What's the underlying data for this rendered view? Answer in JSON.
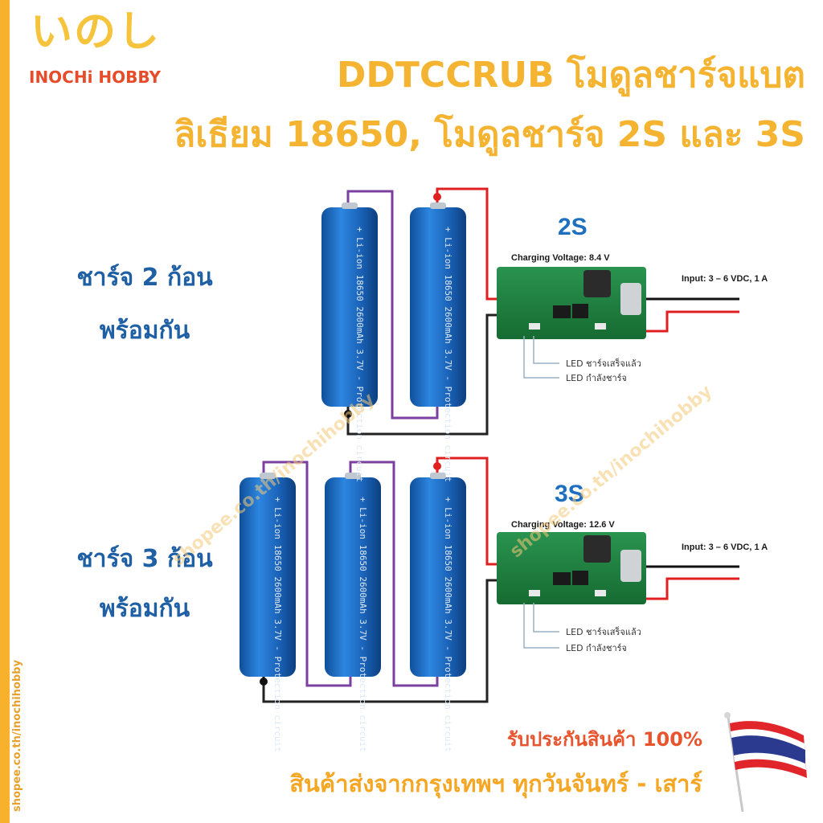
{
  "brand": {
    "logo_jp": "いのし",
    "logo_en": "INOCHi HOBBY",
    "side_url": "shopee.co.th/inochihobby",
    "watermark": "shopee.co.th/inochihobby"
  },
  "title": {
    "line1": "DDTCCRUB โมดูลชาร์จแบต",
    "line2": "ลิเธียม 18650, โมดูลชาร์จ 2S และ 3S"
  },
  "section_2s": {
    "label_line1": "ชาร์จ 2 ก้อน",
    "label_line2": "พร้อมกัน",
    "badge": "2S",
    "charging_voltage": "Charging Voltage: 8.4 V",
    "input": "Input: 3 – 6 VDC, 1 A",
    "led_done": "LED ชาร์จเสร็จแล้ว",
    "led_charging": "LED กำลังชาร์จ"
  },
  "section_3s": {
    "label_line1": "ชาร์จ 3 ก้อน",
    "label_line2": "พร้อมกัน",
    "badge": "3S",
    "charging_voltage": "Charging Voltage: 12.6 V",
    "input": "Input: 3 – 6 VDC, 1 A",
    "led_done": "LED ชาร์จเสร็จแล้ว",
    "led_charging": "LED กำลังชาร์จ"
  },
  "battery_print": "+ Li-ion 18650 2600mAh 3.7V - Protection circuit",
  "footer": {
    "warranty": "รับประกันสินค้า 100%",
    "shipping": "สินค้าส่งจากกรุงเทพฯ ทุกวันจันทร์ - เสาร์"
  },
  "colors": {
    "accent_orange": "#f4b431",
    "label_blue": "#1f5fa4",
    "battery_blue": "#1e6fc7",
    "wire_red": "#e02020",
    "wire_purple": "#7b3fa0",
    "pcb_green": "#1f7a3a"
  }
}
